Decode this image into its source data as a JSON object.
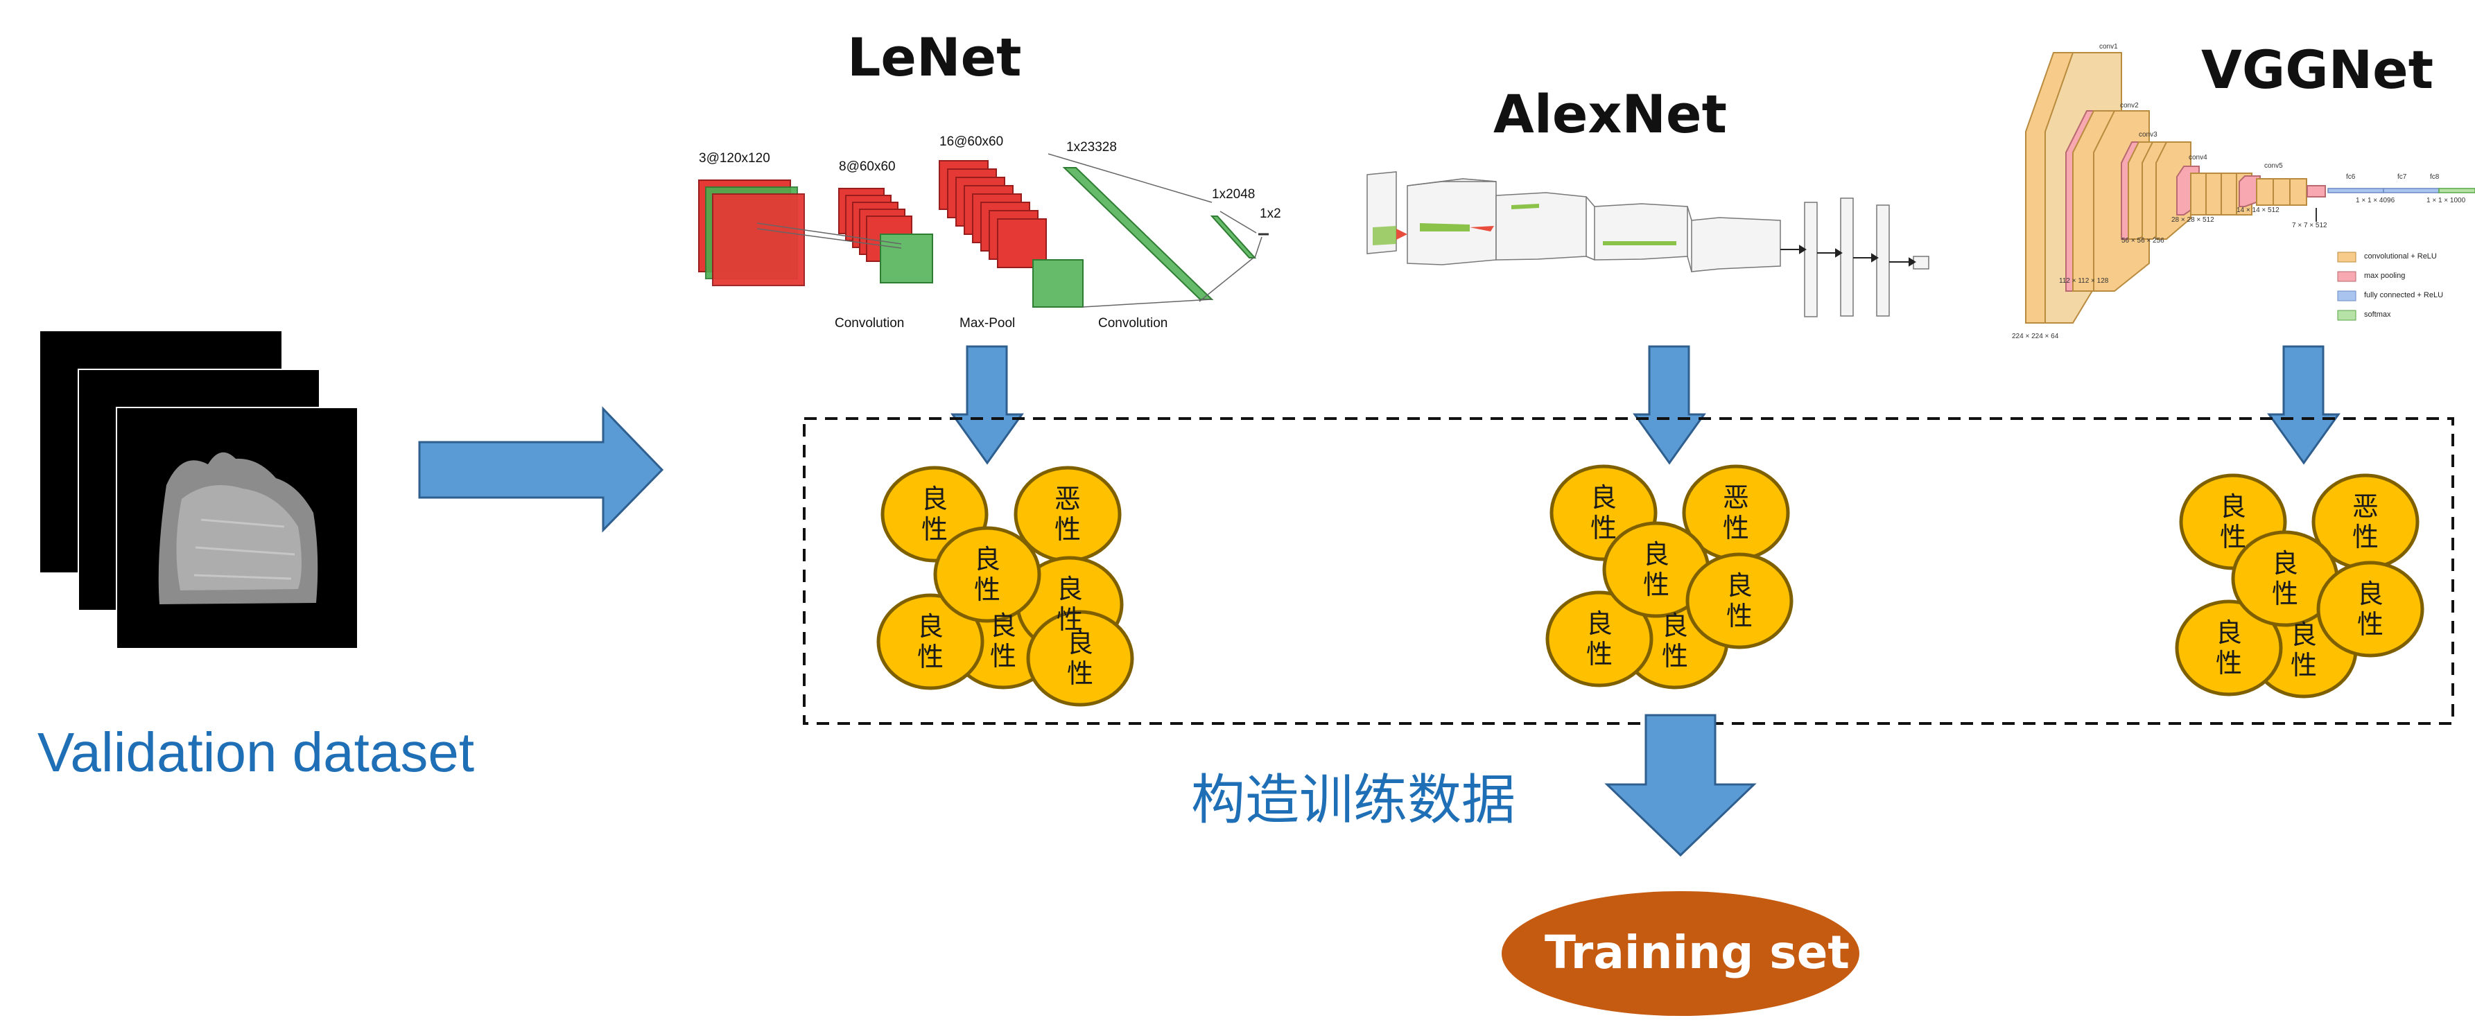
{
  "validation_label": "Validation dataset",
  "construct_label": "构造训练数据",
  "training_label": "Training set",
  "models": {
    "lenet": {
      "title": "LeNet",
      "labels": [
        "3@120x120",
        "8@60x60",
        "16@60x60",
        "1x23328",
        "1x2048",
        "1x2"
      ],
      "bottom_labels": [
        "Convolution",
        "Max-Pool",
        "Convolution"
      ]
    },
    "alexnet": {
      "title": "AlexNet"
    },
    "vggnet": {
      "title": "VGGNet",
      "layers": [
        "conv1",
        "conv2",
        "conv3",
        "conv4",
        "conv5",
        "fc6",
        "fc7",
        "fc8"
      ],
      "dims": [
        "224 × 224 × 64",
        "112 × 112 × 128",
        "56 × 56 × 256",
        "28 × 28 × 512",
        "14 × 14 × 512",
        "7 × 7 × 512",
        "1 × 1 × 4096",
        "1 × 1 × 1000"
      ],
      "legend": [
        "convolutional + ReLU",
        "max pooling",
        "fully connected + ReLU",
        "softmax"
      ]
    }
  },
  "circle_groups": [
    [
      "良性",
      "恶性",
      "良性",
      "良性",
      "良性",
      "良性",
      "良性"
    ],
    [
      "良性",
      "恶性",
      "良性",
      "良性",
      "良性",
      "良性"
    ],
    [
      "良性",
      "恶性",
      "良性",
      "良性",
      "良性",
      "良性"
    ]
  ],
  "colors": {
    "arrow_fill": "#5b9bd5",
    "arrow_stroke": "#2e5f8e",
    "circle_fill": "#ffc000",
    "circle_stroke": "#7f6000",
    "training_fill": "#c55a11",
    "accent_blue": "#1f6fb6"
  }
}
